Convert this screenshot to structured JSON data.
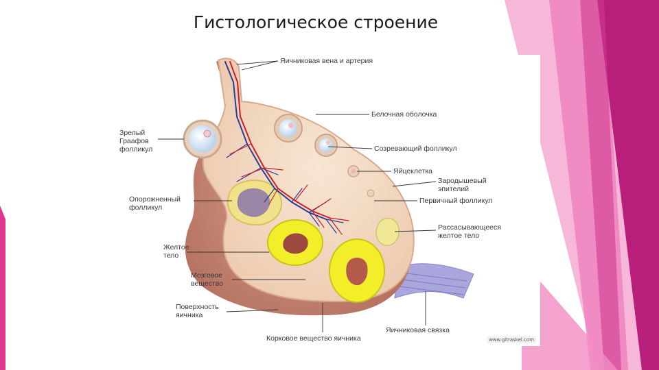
{
  "title": "Гистологическое строение",
  "labels": {
    "vein_artery": "Яичниковая вена и артерия",
    "tunica_albuginea": "Белочная оболочка",
    "maturing_follicle": "Созревающий фолликул",
    "oocyte": "Яйцеклетка",
    "germinal_epithelium_1": "Зародышевый",
    "germinal_epithelium_2": "эпителий",
    "primary_follicle": "Первичный фолликул",
    "regressing_cl_1": "Рассасывающееся",
    "regressing_cl_2": "желтое тело",
    "graafian_1": "Зрелый",
    "graafian_2": "Граафов",
    "graafian_3": "фолликул",
    "empty_follicle_1": "Опорожненный",
    "empty_follicle_2": "фолликул",
    "corpus_luteum_1": "Желтое",
    "corpus_luteum_2": "тело",
    "medulla_1": "Мозговое",
    "medulla_2": "вещество",
    "surface_1": "Поверхность",
    "surface_2": "яичника",
    "cortex": "Корковое вещество яичника",
    "ovarian_ligament": "Яичниковая связка"
  },
  "watermark": "www.gitraskel.com",
  "colors": {
    "accent_pink": "#e0358f",
    "accent_pink_light": "#f5a3cf",
    "accent_magenta": "#b71f7a",
    "tissue": "#f3d9c2",
    "tissue_edge": "#d9a98c",
    "outer_capsule": "#c98c7a",
    "corpus_yellow": "#f2ee2a",
    "vein": "#2b3a9a",
    "artery": "#c8202a"
  }
}
